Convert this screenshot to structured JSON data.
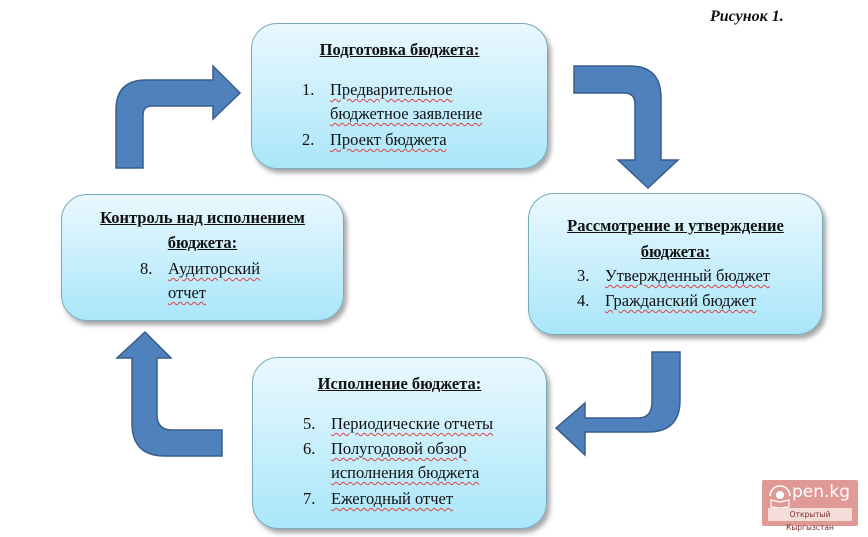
{
  "figure_label": "Рисунок 1.",
  "boxes": {
    "preparation": {
      "title": "Подготовка бюджета:",
      "items": [
        {
          "num": "1.",
          "line1": "Предварительное",
          "line2": "бюджетное заявление"
        },
        {
          "num": "2.",
          "line1": "Проект бюджета"
        }
      ]
    },
    "review": {
      "title_line1": "Рассмотрение и утверждение",
      "title_line2": "бюджета:",
      "items": [
        {
          "num": "3.",
          "line1": "Утвержденный бюджет"
        },
        {
          "num": "4.",
          "line1": "Гражданский бюджет"
        }
      ]
    },
    "execution": {
      "title": "Исполнение бюджета:",
      "items": [
        {
          "num": "5.",
          "line1": "Периодические отчеты"
        },
        {
          "num": "6.",
          "line1": "Полугодовой обзор",
          "line2": "исполнения бюджета"
        },
        {
          "num": "7.",
          "line1": "Ежегодный отчет"
        }
      ]
    },
    "control": {
      "title_line1": "Контроль над исполнением",
      "title_line2": "бюджета:",
      "items": [
        {
          "num": "8.",
          "line1": "Аудиторский",
          "line2": "отчет"
        }
      ]
    }
  },
  "arrows": [
    {
      "from": "control",
      "to": "preparation",
      "direction": "up-then-right"
    },
    {
      "from": "preparation",
      "to": "review",
      "direction": "right-then-down"
    },
    {
      "from": "review",
      "to": "execution",
      "direction": "down-then-left"
    },
    {
      "from": "execution",
      "to": "control",
      "direction": "left-then-up"
    }
  ],
  "colors": {
    "arrow_fill": "#4f81bd",
    "arrow_stroke": "#385d8a",
    "box_top": "#eaf8fe",
    "box_bottom": "#a9e6fa",
    "logo_bg": "#e09a96"
  },
  "watermark": {
    "word": "pen.kg",
    "tagline": "Открытый Кыргызстан"
  }
}
